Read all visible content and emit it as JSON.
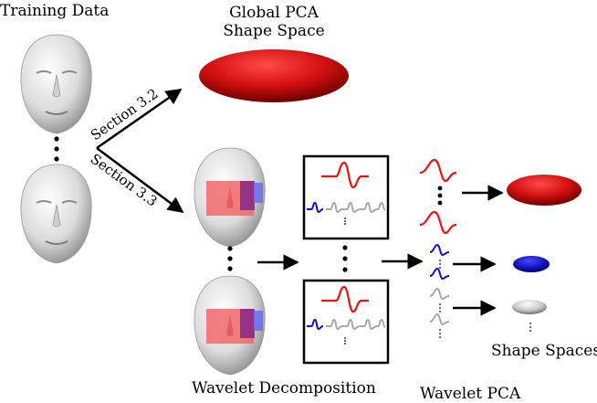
{
  "labels": {
    "training_data": "Training Data",
    "global_pca_line1": "Global PCA",
    "global_pca_line2": "Shape Space",
    "section_a": "Section 3.2",
    "section_b": "Section 3.3",
    "wavelet_decomposition": "Wavelet Decomposition",
    "wavelet_pca": "Wavelet PCA",
    "shape_spaces": "Shape Spaces"
  },
  "colors": {
    "red": "#e01818",
    "blue": "#1010c8",
    "gray": "#a8a8a8",
    "face": "#e6e6e6",
    "overlay_red": "#f06a6a",
    "overlay_purple": "#8a2a8a",
    "overlay_blue": "#6a6aee"
  }
}
